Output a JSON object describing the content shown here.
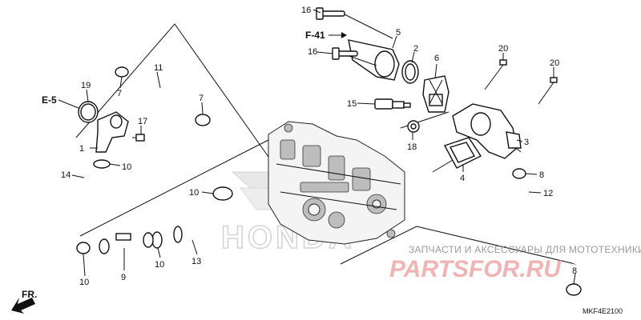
{
  "diagram": {
    "code": "MKF4E2100",
    "refs": {
      "f41": "F-41",
      "e5": "E-5",
      "fr": "FR."
    },
    "labels": {
      "n16a": "16",
      "n16b": "16",
      "n5": "5",
      "n2": "2",
      "n6": "6",
      "n20a": "20",
      "n20b": "20",
      "n11": "11",
      "n7a": "7",
      "n7b": "7",
      "n19": "19",
      "n17": "17",
      "n1": "1",
      "n10a": "10",
      "n14": "14",
      "n15": "15",
      "n18": "18",
      "n3": "3",
      "n4": "4",
      "n8a": "8",
      "n12": "12",
      "n10b": "10",
      "n10c": "10",
      "n13": "13",
      "n9": "9",
      "n10d": "10",
      "n8b": "8"
    }
  },
  "watermark": {
    "text": "ЗАПЧАСТИ И АКСЕССУАРЫ ДЛЯ МОТОТЕХНИКИ",
    "logo": "PARTSFOR.RU",
    "brand": "HONDA"
  }
}
